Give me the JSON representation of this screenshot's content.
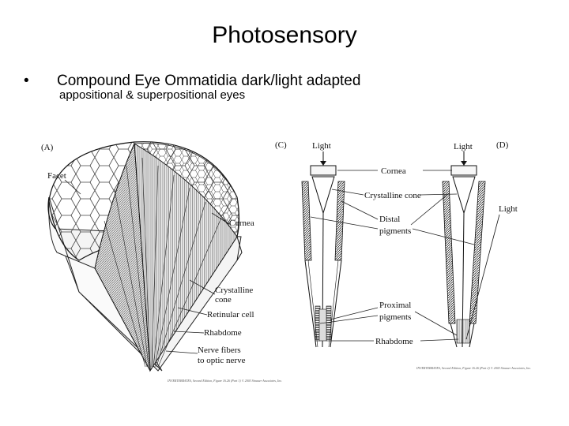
{
  "slide": {
    "title": "Photosensory",
    "bullet_symbol": "•",
    "bullet_text": "Compound Eye   Ommatidia dark/light adapted",
    "sub_text": "appositional & superpositional eyes"
  },
  "figure_left": {
    "panel": "(A)",
    "labels": {
      "facet": "Facet",
      "cornea": "Cornea",
      "crystalline1": "Crystalline",
      "crystalline2": "cone",
      "retinular": "Retinular cell",
      "rhabdome": "Rhabdome",
      "nerve1": "Nerve fibers",
      "nerve2": "to optic nerve"
    },
    "credit": "INVERTEBRATES, Second Edition, Figure 16.26 (Part 1) © 2003 Sinauer Associates, Inc."
  },
  "figure_right": {
    "panel_c": "(C)",
    "panel_d": "(D)",
    "labels": {
      "light_c": "Light",
      "light_d": "Light",
      "light_side": "Light",
      "cornea": "Cornea",
      "crystalline": "Crystalline cone",
      "distal1": "Distal",
      "distal2": "pigments",
      "proximal1": "Proximal",
      "proximal2": "pigments",
      "rhabdome": "Rhabdome"
    },
    "credit": "INVERTEBRATES, Second Edition, Figure 16.26 (Part 2) © 2003 Sinauer Associates, Inc."
  }
}
